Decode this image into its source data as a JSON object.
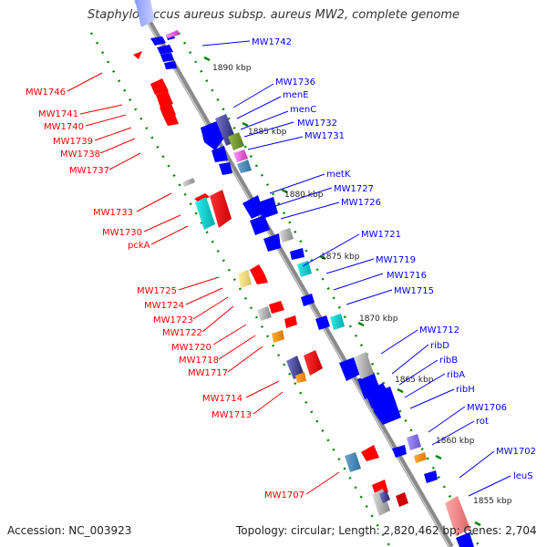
{
  "title": "Staphylococcus aureus subsp. aureus MW2, complete genome",
  "accession_label": "Accession: NC_003923",
  "topology_label": "Topology: circular; Length: 2,820,462 bp; Genes: 2,704",
  "colors": {
    "forward_genes": "#ff0000",
    "reverse_genes": "#0000ff",
    "backbone": "#888888",
    "tick_marks": "#008800"
  },
  "kbp_labels": [
    "1890 kbp",
    "1885 kbp",
    "1880 kbp",
    "1875 kbp",
    "1870 kbp",
    "1865 kbp",
    "1860 kbp",
    "1855 kbp"
  ],
  "left_labels": [
    "MW1746",
    "MW1741",
    "MW1740",
    "MW1739",
    "MW1738",
    "MW1737",
    "MW1733",
    "MW1730",
    "pckA",
    "MW1725",
    "MW1724",
    "MW1723",
    "MW1722",
    "MW1720",
    "MW1718",
    "MW1717",
    "MW1714",
    "MW1713",
    "MW1707"
  ],
  "right_labels": [
    "MW1742",
    "MW1736",
    "menE",
    "menC",
    "MW1732",
    "MW1731",
    "metK",
    "MW1727",
    "MW1726",
    "MW1721",
    "MW1719",
    "MW1716",
    "MW1715",
    "MW1712",
    "ribD",
    "ribB",
    "ribA",
    "ribH",
    "MW1706",
    "rot",
    "MW1702",
    "leuS"
  ]
}
